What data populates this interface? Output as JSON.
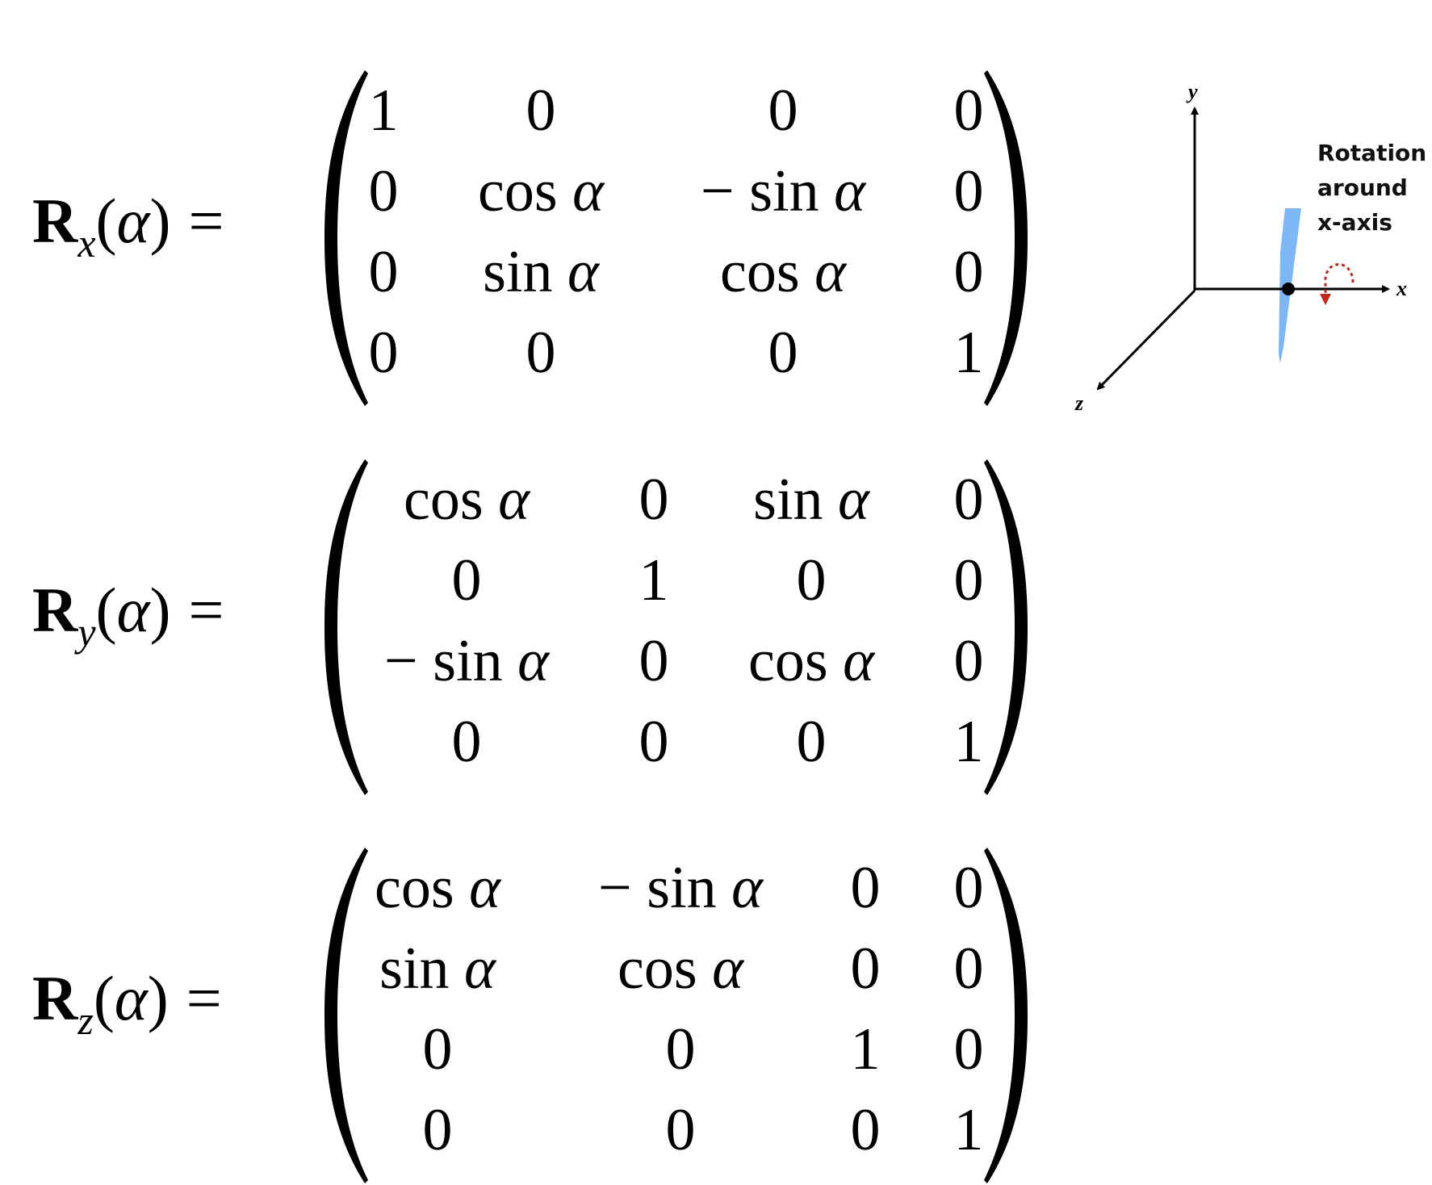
{
  "equations": [
    {
      "id": "rx",
      "symbol": "R",
      "subscript": "x",
      "argument": "α",
      "rows": [
        [
          "1",
          "0",
          "0",
          "0"
        ],
        [
          "0",
          "cos α",
          "− sin α",
          "0"
        ],
        [
          "0",
          "sin α",
          "cos α",
          "0"
        ],
        [
          "0",
          "0",
          "0",
          "1"
        ]
      ]
    },
    {
      "id": "ry",
      "symbol": "R",
      "subscript": "y",
      "argument": "α",
      "rows": [
        [
          "cos α",
          "0",
          "sin α",
          "0"
        ],
        [
          "0",
          "1",
          "0",
          "0"
        ],
        [
          "− sin α",
          "0",
          "cos α",
          "0"
        ],
        [
          "0",
          "0",
          "0",
          "1"
        ]
      ]
    },
    {
      "id": "rz",
      "symbol": "R",
      "subscript": "z",
      "argument": "α",
      "rows": [
        [
          "cos α",
          "− sin α",
          "0",
          "0"
        ],
        [
          "sin α",
          "cos α",
          "0",
          "0"
        ],
        [
          "0",
          "0",
          "1",
          "0"
        ],
        [
          "0",
          "0",
          "0",
          "1"
        ]
      ]
    }
  ],
  "diagram": {
    "caption": [
      "Rotation",
      "around",
      "x-axis"
    ],
    "axes": {
      "x": "x",
      "y": "y",
      "z": "z"
    },
    "colors": {
      "plane": "#7db7f5",
      "rotation_arrow": "#c0281e",
      "axes": "#000000"
    }
  }
}
